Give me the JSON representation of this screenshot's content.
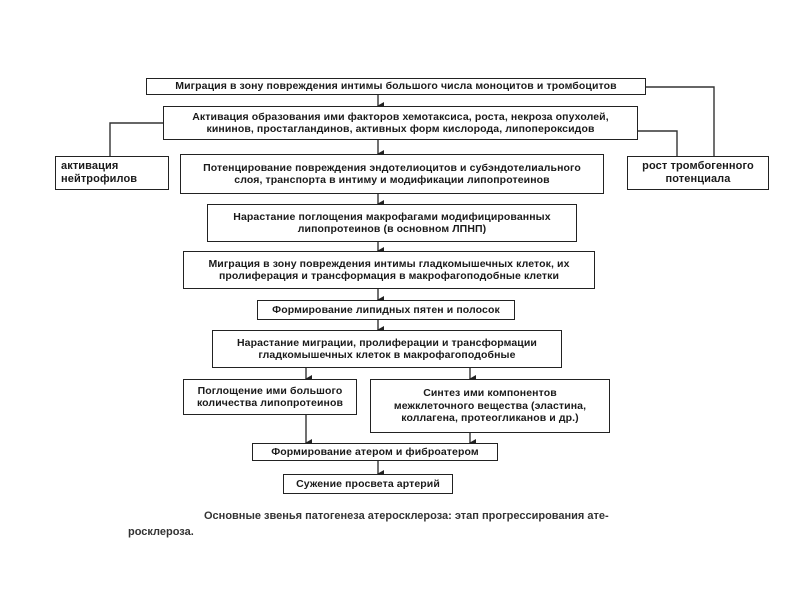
{
  "boxes": {
    "b1": "Миграция в зону повреждения интимы большого числа моноцитов и тромбоцитов",
    "b2": [
      "Активация образования ими факторов хемотаксиса, роста, некроза опухолей,",
      "кининов, простагландинов, активных форм кислорода, липопероксидов"
    ],
    "left": [
      "активация",
      "нейтрофилов"
    ],
    "right": [
      "рост тромбогенного",
      "потенциала"
    ],
    "b3": [
      "Потенцирование повреждения эндотелиоцитов и субэндотелиального",
      "слоя, транспорта в интиму и модификации липопротеинов"
    ],
    "b4": [
      "Нарастание поглощения макрофагами модифицированных",
      "липопротеинов (в основном ЛПНП)"
    ],
    "b5": [
      "Миграция в зону повреждения интимы гладкомышечных клеток, их",
      "пролиферация и трансформация в макрофагоподобные клетки"
    ],
    "b6": "Формирование липидных пятен и полосок",
    "b7": [
      "Нарастание миграции, пролиферации и трансформации",
      "гладкомышечных клеток в макрофагоподобные"
    ],
    "b8a": [
      "Поглощение ими большого",
      "количества липопротеинов"
    ],
    "b8b": [
      "Синтез ими компонентов",
      "межклеточного вещества (эластина,",
      "коллагена, протеогликанов и др.)"
    ],
    "b9": "Формирование атером и фиброатером",
    "b10": "Сужение просвета артерий"
  },
  "caption": {
    "line1": "Основные звенья патогенеза атеросклероза: этап прогрессирования ате-",
    "line2": "росклероза."
  }
}
